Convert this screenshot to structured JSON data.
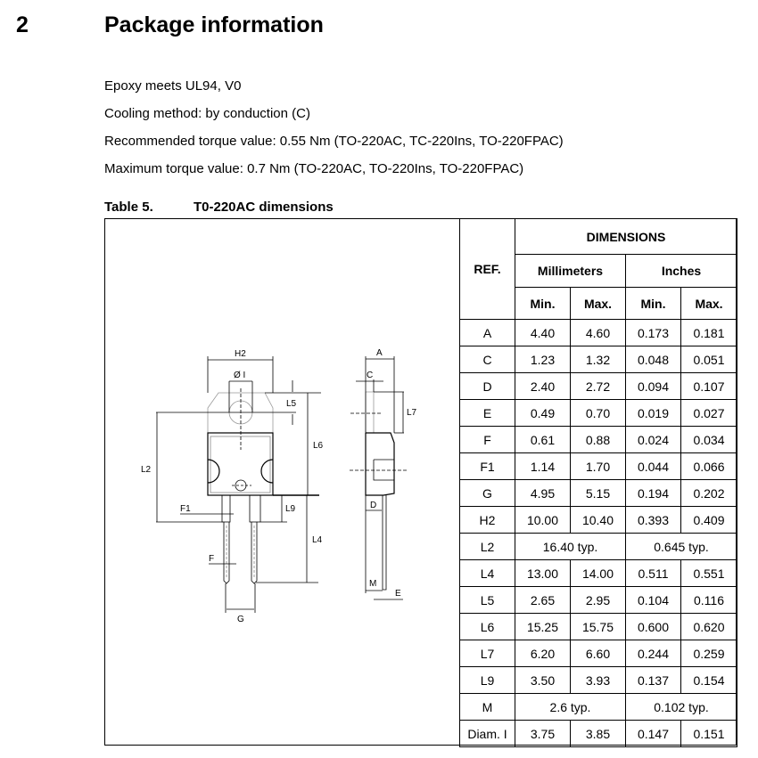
{
  "section": {
    "number": "2",
    "title": "Package information"
  },
  "paragraphs": [
    "Epoxy meets UL94, V0",
    "Cooling method: by conduction (C)",
    "Recommended torque value: 0.55 Nm (TO-220AC, TC-220Ins, TO-220FPAC)",
    "Maximum torque value: 0.7 Nm (TO-220AC, TO-220Ins, TO-220FPAC)"
  ],
  "table": {
    "label": "Table 5.",
    "title": "T0-220AC dimensions",
    "header": {
      "ref": "REF.",
      "dimensions": "DIMENSIONS",
      "mm": "Millimeters",
      "in": "Inches",
      "min": "Min.",
      "max": "Max."
    },
    "rows": [
      {
        "ref": "A",
        "vals": [
          "4.40",
          "4.60",
          "0.173",
          "0.181"
        ]
      },
      {
        "ref": "C",
        "vals": [
          "1.23",
          "1.32",
          "0.048",
          "0.051"
        ]
      },
      {
        "ref": "D",
        "vals": [
          "2.40",
          "2.72",
          "0.094",
          "0.107"
        ]
      },
      {
        "ref": "E",
        "vals": [
          "0.49",
          "0.70",
          "0.019",
          "0.027"
        ]
      },
      {
        "ref": "F",
        "vals": [
          "0.61",
          "0.88",
          "0.024",
          "0.034"
        ]
      },
      {
        "ref": "F1",
        "vals": [
          "1.14",
          "1.70",
          "0.044",
          "0.066"
        ]
      },
      {
        "ref": "G",
        "vals": [
          "4.95",
          "5.15",
          "0.194",
          "0.202"
        ]
      },
      {
        "ref": "H2",
        "vals": [
          "10.00",
          "10.40",
          "0.393",
          "0.409"
        ]
      },
      {
        "ref": "L2",
        "mm_typ": "16.40 typ.",
        "in_typ": "0.645 typ."
      },
      {
        "ref": "L4",
        "vals": [
          "13.00",
          "14.00",
          "0.511",
          "0.551"
        ]
      },
      {
        "ref": "L5",
        "vals": [
          "2.65",
          "2.95",
          "0.104",
          "0.116"
        ]
      },
      {
        "ref": "L6",
        "vals": [
          "15.25",
          "15.75",
          "0.600",
          "0.620"
        ]
      },
      {
        "ref": "L7",
        "vals": [
          "6.20",
          "6.60",
          "0.244",
          "0.259"
        ]
      },
      {
        "ref": "L9",
        "vals": [
          "3.50",
          "3.93",
          "0.137",
          "0.154"
        ]
      },
      {
        "ref": "M",
        "mm_typ": "2.6 typ.",
        "in_typ": "0.102 typ."
      },
      {
        "ref": "Diam. I",
        "vals": [
          "3.75",
          "3.85",
          "0.147",
          "0.151"
        ]
      }
    ]
  },
  "drawing_labels": {
    "H2": "H2",
    "I": "Ø I",
    "L5": "L5",
    "L6": "L6",
    "L2": "L2",
    "L9": "L9",
    "L4": "L4",
    "F1": "F1",
    "F": "F",
    "G": "G",
    "A": "A",
    "C": "C",
    "L7": "L7",
    "D": "D",
    "M": "M",
    "E": "E"
  }
}
